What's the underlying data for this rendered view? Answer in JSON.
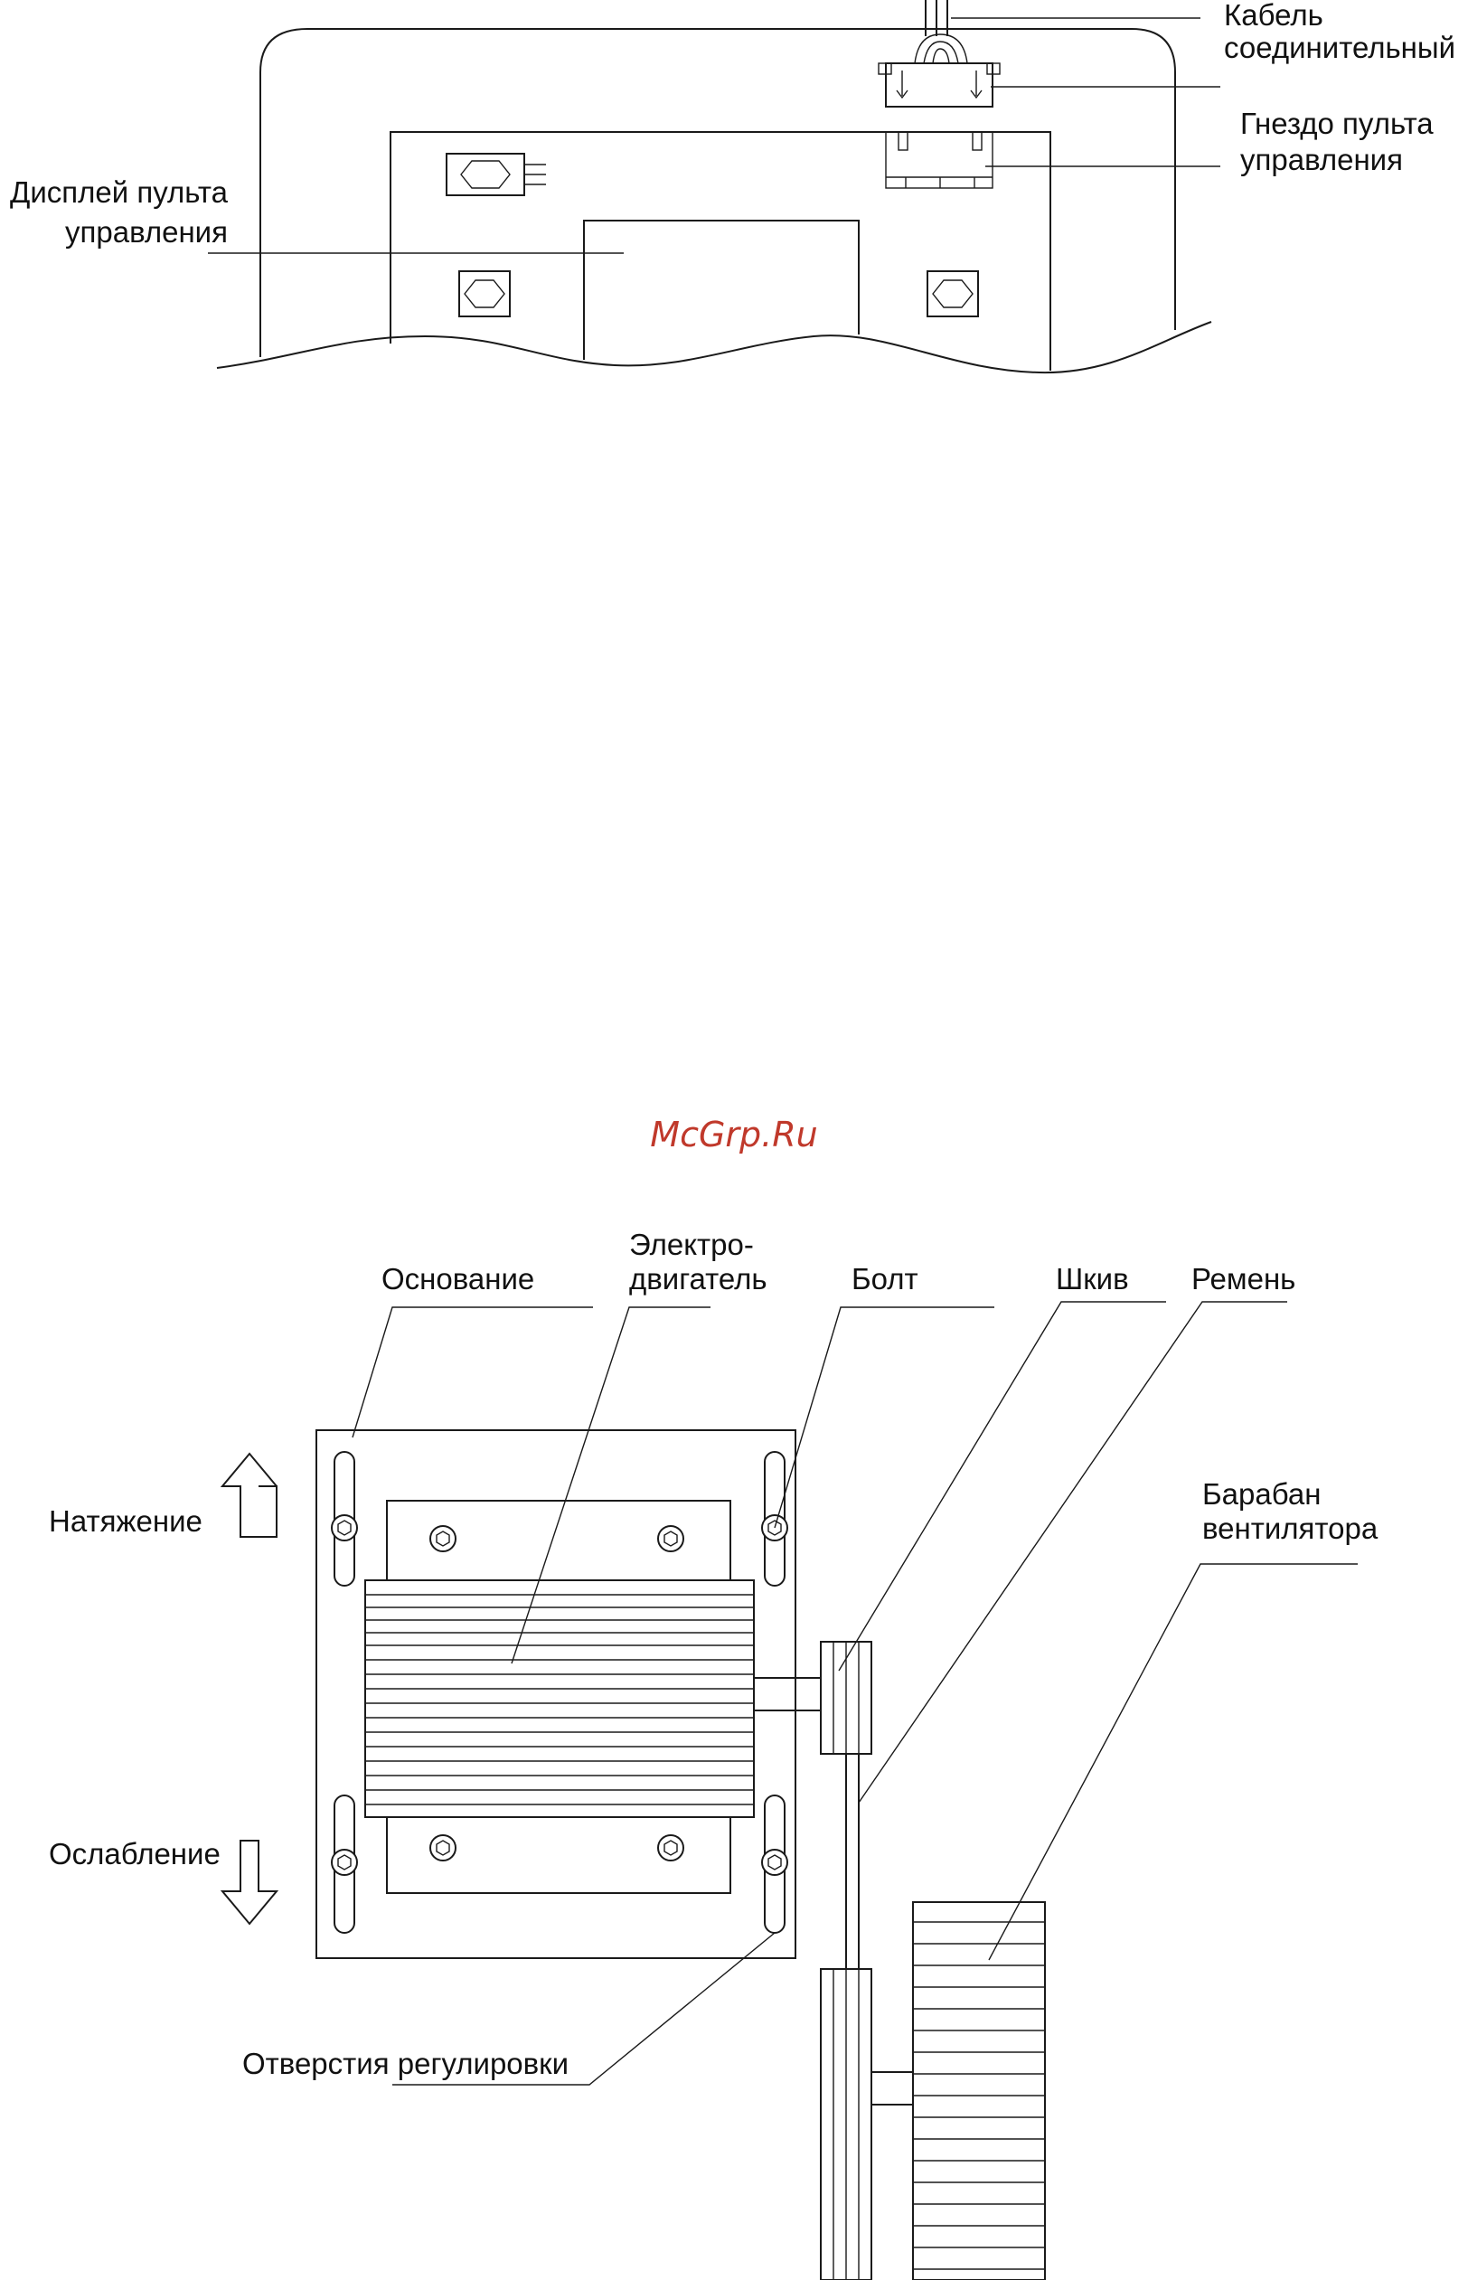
{
  "panel_diagram": {
    "labels": {
      "cable_line1": "Кабель",
      "cable_line2": "соединительный",
      "socket_line1": "Гнездо пульта",
      "socket_line2": "управления",
      "display_line1": "Дисплей пульта",
      "display_line2": "управления"
    }
  },
  "watermark": "McGrp.Ru",
  "motor_diagram": {
    "labels": {
      "base": "Основание",
      "motor_line1": "Электро-",
      "motor_line2": "двигатель",
      "bolt": "Болт",
      "pulley": "Шкив",
      "belt": "Ремень",
      "drum_line1": "Барабан",
      "drum_line2": "вентилятора",
      "tension": "Натяжение",
      "release": "Ослабление",
      "adjust_holes": "Отверстия регулировки"
    }
  }
}
